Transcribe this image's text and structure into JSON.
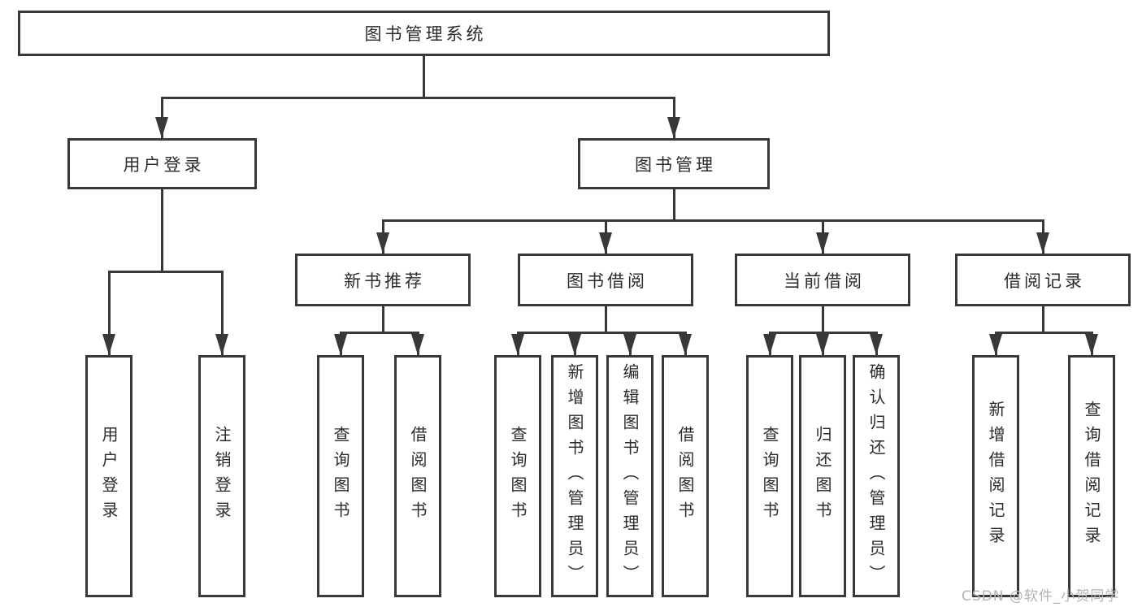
{
  "tree": {
    "root": {
      "label": "图书管理系统",
      "children": [
        {
          "label": "用户登录",
          "children": [
            {
              "label": "用户登录"
            },
            {
              "label": "注销登录"
            }
          ]
        },
        {
          "label": "图书管理",
          "children": [
            {
              "label": "新书推荐",
              "children": [
                {
                  "label": "查询图书"
                },
                {
                  "label": "借阅图书"
                }
              ]
            },
            {
              "label": "图书借阅",
              "children": [
                {
                  "label": "查询图书"
                },
                {
                  "label": "新增图书（管理员）"
                },
                {
                  "label": "编辑图书（管理员）"
                },
                {
                  "label": "借阅图书"
                }
              ]
            },
            {
              "label": "当前借阅",
              "children": [
                {
                  "label": "查询图书"
                },
                {
                  "label": "归还图书"
                },
                {
                  "label": "确认归还（管理员）"
                }
              ]
            },
            {
              "label": "借阅记录",
              "children": [
                {
                  "label": "新增借阅记录"
                },
                {
                  "label": "查询借阅记录"
                }
              ]
            }
          ]
        }
      ]
    }
  },
  "watermark": {
    "text": "CSDN @软件_小贺同学"
  },
  "colors": {
    "line": "#383838",
    "text": "#2b2b2b",
    "watermark": "#b3b3b3",
    "background": "#ffffff"
  }
}
